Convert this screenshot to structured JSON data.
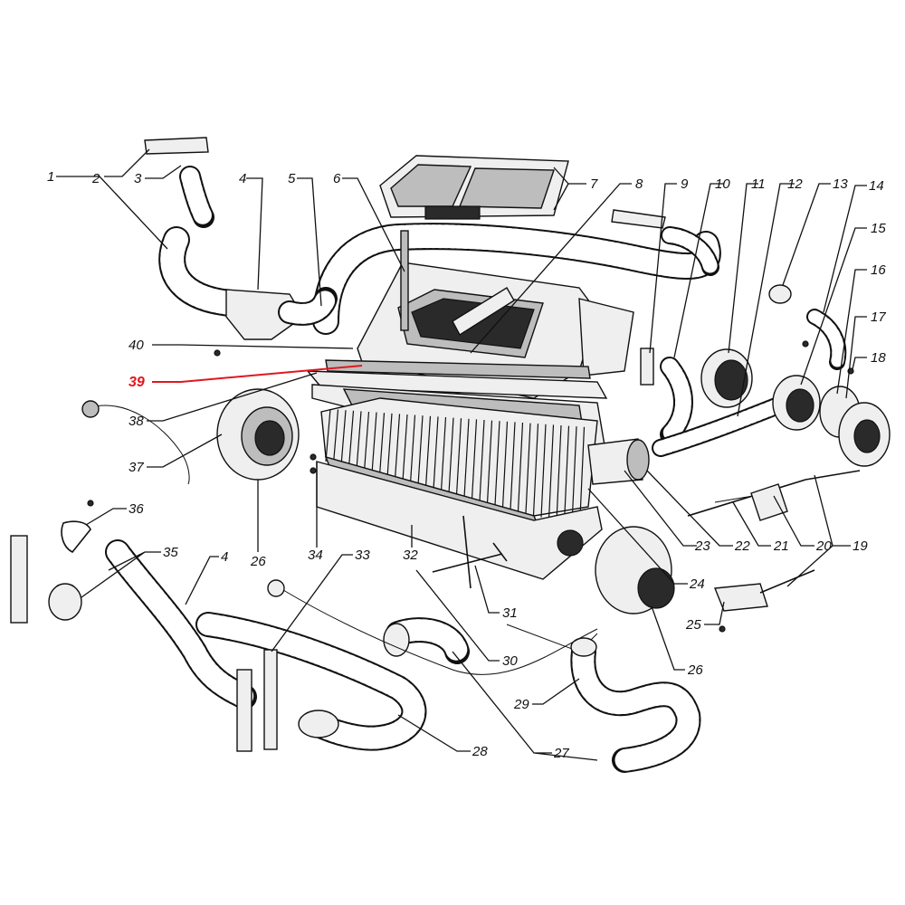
{
  "figure": {
    "highlight_color": "#e0171f",
    "ink_color": "#111111",
    "highlighted_part": "39"
  },
  "callouts": [
    {
      "id": "c1",
      "label": "1"
    },
    {
      "id": "c2",
      "label": "2"
    },
    {
      "id": "c3",
      "label": "3"
    },
    {
      "id": "c4a",
      "label": "4"
    },
    {
      "id": "c5",
      "label": "5"
    },
    {
      "id": "c6",
      "label": "6"
    },
    {
      "id": "c7",
      "label": "7"
    },
    {
      "id": "c8",
      "label": "8"
    },
    {
      "id": "c9",
      "label": "9"
    },
    {
      "id": "c10",
      "label": "10"
    },
    {
      "id": "c11",
      "label": "11"
    },
    {
      "id": "c12",
      "label": "12"
    },
    {
      "id": "c13",
      "label": "13"
    },
    {
      "id": "c14",
      "label": "14"
    },
    {
      "id": "c15",
      "label": "15"
    },
    {
      "id": "c16",
      "label": "16"
    },
    {
      "id": "c17",
      "label": "17"
    },
    {
      "id": "c18",
      "label": "18"
    },
    {
      "id": "c19",
      "label": "19"
    },
    {
      "id": "c20",
      "label": "20"
    },
    {
      "id": "c21",
      "label": "21"
    },
    {
      "id": "c22",
      "label": "22"
    },
    {
      "id": "c23",
      "label": "23"
    },
    {
      "id": "c24",
      "label": "24"
    },
    {
      "id": "c25",
      "label": "25"
    },
    {
      "id": "c26a",
      "label": "26"
    },
    {
      "id": "c26b",
      "label": "26"
    },
    {
      "id": "c27",
      "label": "27"
    },
    {
      "id": "c28",
      "label": "28"
    },
    {
      "id": "c29",
      "label": "29"
    },
    {
      "id": "c30",
      "label": "30"
    },
    {
      "id": "c31",
      "label": "31"
    },
    {
      "id": "c32",
      "label": "32"
    },
    {
      "id": "c33",
      "label": "33"
    },
    {
      "id": "c34",
      "label": "34"
    },
    {
      "id": "c35",
      "label": "35"
    },
    {
      "id": "c36",
      "label": "36"
    },
    {
      "id": "c37",
      "label": "37"
    },
    {
      "id": "c38",
      "label": "38"
    },
    {
      "id": "c39",
      "label": "39",
      "highlight": true
    },
    {
      "id": "c40",
      "label": "40"
    },
    {
      "id": "c4b",
      "label": "4"
    }
  ]
}
